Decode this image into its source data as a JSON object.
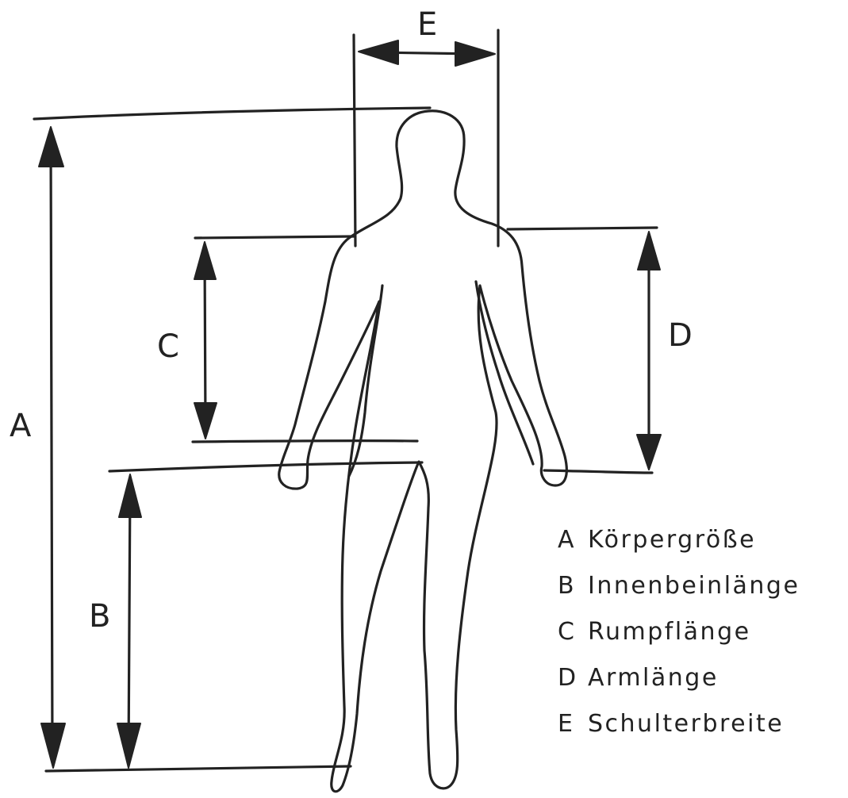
{
  "diagram": {
    "dimension_letters": {
      "A": "A",
      "B": "B",
      "C": "C",
      "D": "D",
      "E": "E"
    },
    "legend": [
      {
        "key": "A",
        "label": "Körpergröße"
      },
      {
        "key": "B",
        "label": "Innenbeinlänge"
      },
      {
        "key": "C",
        "label": "Rumpflänge"
      },
      {
        "key": "D",
        "label": "Armlänge"
      },
      {
        "key": "E",
        "label": "Schulterbreite"
      }
    ],
    "colors": {
      "ink": "#222222",
      "background": "#ffffff"
    }
  }
}
